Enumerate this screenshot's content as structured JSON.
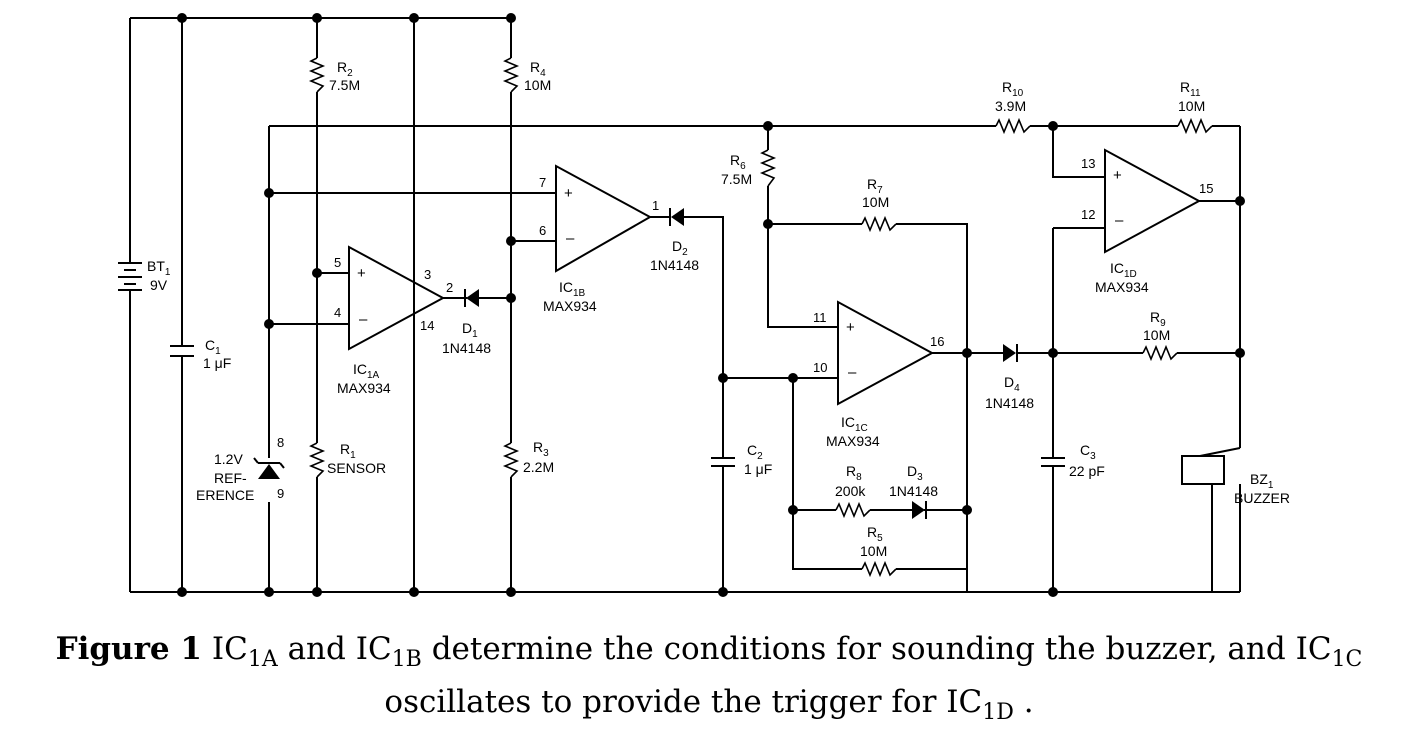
{
  "battery": {
    "ref": "BT",
    "sub": "1",
    "value": "9V"
  },
  "resistors": {
    "r1": {
      "ref": "R",
      "sub": "1",
      "value": "SENSOR"
    },
    "r2": {
      "ref": "R",
      "sub": "2",
      "value": "7.5M"
    },
    "r3": {
      "ref": "R",
      "sub": "3",
      "value": "2.2M"
    },
    "r4": {
      "ref": "R",
      "sub": "4",
      "value": "10M"
    },
    "r5": {
      "ref": "R",
      "sub": "5",
      "value": "10M"
    },
    "r6": {
      "ref": "R",
      "sub": "6",
      "value": "7.5M"
    },
    "r7": {
      "ref": "R",
      "sub": "7",
      "value": "10M"
    },
    "r8": {
      "ref": "R",
      "sub": "8",
      "value": "200k"
    },
    "r9": {
      "ref": "R",
      "sub": "9",
      "value": "10M"
    },
    "r10": {
      "ref": "R",
      "sub": "10",
      "value": "3.9M"
    },
    "r11": {
      "ref": "R",
      "sub": "11",
      "value": "10M"
    }
  },
  "capacitors": {
    "c1": {
      "ref": "C",
      "sub": "1",
      "value": "1 μF"
    },
    "c2": {
      "ref": "C",
      "sub": "2",
      "value": "1 μF"
    },
    "c3": {
      "ref": "C",
      "sub": "3",
      "value": "22 pF"
    }
  },
  "diodes": {
    "d1": {
      "ref": "D",
      "sub": "1",
      "value": "1N4148"
    },
    "d2": {
      "ref": "D",
      "sub": "2",
      "value": "1N4148"
    },
    "d3": {
      "ref": "D",
      "sub": "3",
      "value": "1N4148"
    },
    "d4": {
      "ref": "D",
      "sub": "4",
      "value": "1N4148"
    }
  },
  "opamps": {
    "ic1a": {
      "ref": "IC",
      "sub": "1A",
      "part": "MAX934"
    },
    "ic1b": {
      "ref": "IC",
      "sub": "1B",
      "part": "MAX934"
    },
    "ic1c": {
      "ref": "IC",
      "sub": "1C",
      "part": "MAX934"
    },
    "ic1d": {
      "ref": "IC",
      "sub": "1D",
      "part": "MAX934"
    }
  },
  "reference": {
    "line1": "1.2V",
    "line2": "REF-",
    "line3": "ERENCE",
    "pin_top": "8",
    "pin_bottom": "9"
  },
  "buzzer": {
    "ref": "BZ",
    "sub": "1",
    "value": "BUZZER"
  },
  "pins": {
    "p1": "1",
    "p2": "2",
    "p3": "3",
    "p4": "4",
    "p5": "5",
    "p6": "6",
    "p7": "7",
    "p10": "10",
    "p11": "11",
    "p12": "12",
    "p13": "13",
    "p14": "14",
    "p15": "15",
    "p16": "16"
  },
  "op_signs": {
    "plus": "+",
    "minus": "–"
  },
  "caption": {
    "label": "Figure 1",
    "ic_base": "IC",
    "sub_1a": "1A",
    "text_1": " and ",
    "sub_1b": "1B",
    "text_2": " determine the conditions for sounding the buzzer, and ",
    "sub_1c": "1C",
    "text_3": " oscillates to provide the trigger for ",
    "sub_1d": "1D",
    "text_4": " ."
  }
}
